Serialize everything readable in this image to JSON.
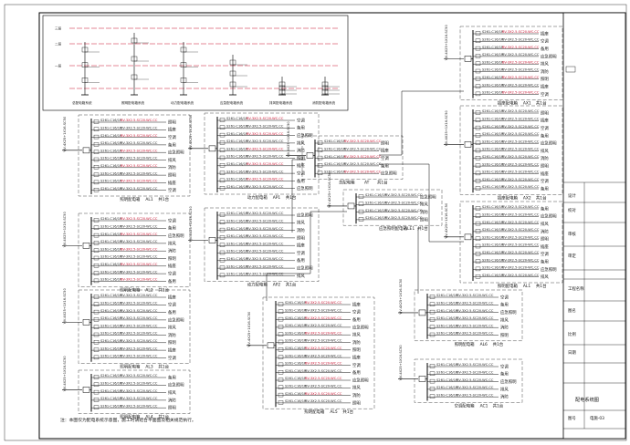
{
  "riser": {
    "floor_labels": [
      "三层",
      "二层",
      "一层"
    ],
    "panel_labels": [
      "总配电箱系统",
      "照明配电箱系统",
      "动力配电箱系统",
      "应急配电箱系统",
      "排风配电箱系统",
      "消防配电箱系统"
    ]
  },
  "panels": {
    "p1": {
      "name": "照明配电箱",
      "code": "AL1",
      "count": "共1台"
    },
    "p2": {
      "name": "照明配电箱",
      "code": "AL2",
      "count": "共1台"
    },
    "p3": {
      "name": "照明配电箱",
      "code": "AL3",
      "count": "共1台"
    },
    "p4": {
      "name": "照明配电箱",
      "code": "AL4",
      "count": "共1台"
    },
    "p5": {
      "name": "动力配电箱",
      "code": "AP1",
      "count": "共1台"
    },
    "p6": {
      "name": "动力配电箱",
      "code": "AP2",
      "count": "共1台"
    },
    "p7": {
      "name": "总配电箱",
      "code": "AT",
      "count": "共1台"
    },
    "p8": {
      "name": "应急照明配电箱",
      "code": "ALE1",
      "count": "共1台"
    },
    "p9": {
      "name": "照明配电箱",
      "code": "AL5",
      "count": "共1台"
    },
    "p10": {
      "name": "照明配电箱",
      "code": "AL6",
      "count": "共1台"
    },
    "p11": {
      "name": "空调配电箱",
      "code": "AC1",
      "count": "共1台"
    },
    "p12": {
      "name": "插座配电箱",
      "code": "AX1",
      "count": "共1台"
    },
    "p13": {
      "name": "插座配电箱",
      "code": "AX2",
      "count": "共1台"
    }
  },
  "load_names": [
    "照明",
    "插座",
    "空调",
    "备用",
    "应急照明",
    "排风",
    "消防"
  ],
  "circuit_text": "BV-3X2.5-SC20-WC.CC",
  "breaker_text": "S261-C16/1P",
  "incoming_text": "YJV-4X25+1X16-SC50",
  "sheet_note": "注：本图仅为配电系统示意图，施工时请结合平面图及相关规范执行。",
  "title_block": {
    "designer_label": "设计",
    "checker_label": "校对",
    "reviewer_label": "审核",
    "approver_label": "审定",
    "project_label": "工程名称",
    "drawing_label": "图名",
    "drawing_title": "配电系统图",
    "scale_label": "比例",
    "date_label": "日期",
    "number_label": "图号",
    "number_value": "电施-03"
  }
}
